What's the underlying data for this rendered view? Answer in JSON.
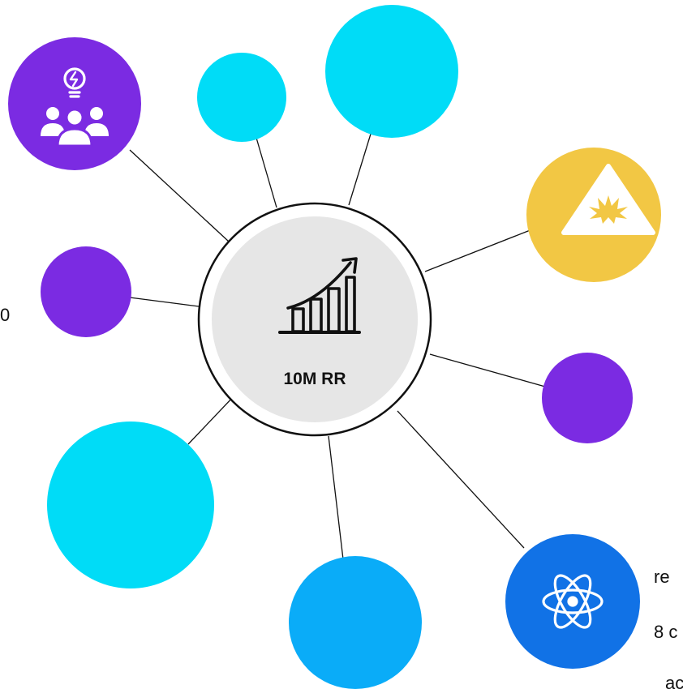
{
  "center": {
    "label": "10M RR",
    "icon": "growth-chart-icon"
  },
  "nodes": [
    {
      "id": "idea-team",
      "color": "#7b2be2",
      "icon": "idea-team-icon"
    },
    {
      "id": "small-cyan",
      "color": "#00dcf7"
    },
    {
      "id": "top-cyan",
      "color": "#00dcf7"
    },
    {
      "id": "warning",
      "color": "#f2c744",
      "icon": "warning-explosion-icon"
    },
    {
      "id": "left-purple",
      "color": "#7b2be2"
    },
    {
      "id": "right-purple",
      "color": "#7b2be2"
    },
    {
      "id": "big-cyan",
      "color": "#00dcf7"
    },
    {
      "id": "bottom-blue",
      "color": "#0aacf8"
    },
    {
      "id": "atom",
      "color": "#1172e6",
      "icon": "atom-icon"
    }
  ],
  "clipped_text": {
    "left": "0",
    "right_line1": "re",
    "right_line2": "8 c",
    "right_line3": "ac"
  }
}
